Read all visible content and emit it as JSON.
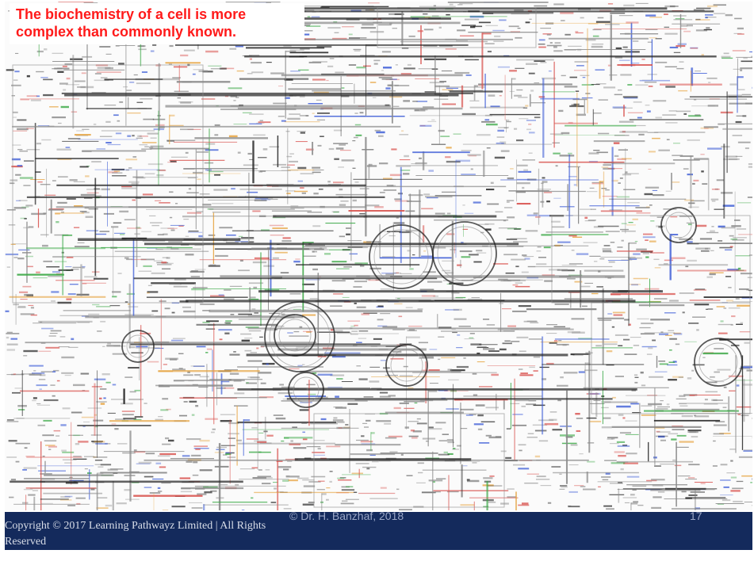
{
  "slide": {
    "title_line1": "The biochemistry of a cell is more",
    "title_line2": "complex than commonly known.",
    "footer": {
      "copyright_line1": "Copyright © 2017 Learning Pathwayz Limited | All Rights",
      "copyright_line2": "Reserved",
      "credit": "© Dr. H. Banzhaf, 2018",
      "slide_number": "17"
    }
  },
  "colors": {
    "title_text": "#ff1a1a",
    "footer_bar": "#142a5c",
    "footer_text": "#d8dde8",
    "footer_muted_text": "#9aa6c6",
    "pathway_colors": [
      "#222222",
      "#8a8a8a",
      "#d9534f",
      "#3b5bd6",
      "#3aa845",
      "#e6a23c"
    ]
  },
  "image": {
    "description_icon": "metabolic-pathways-map"
  }
}
